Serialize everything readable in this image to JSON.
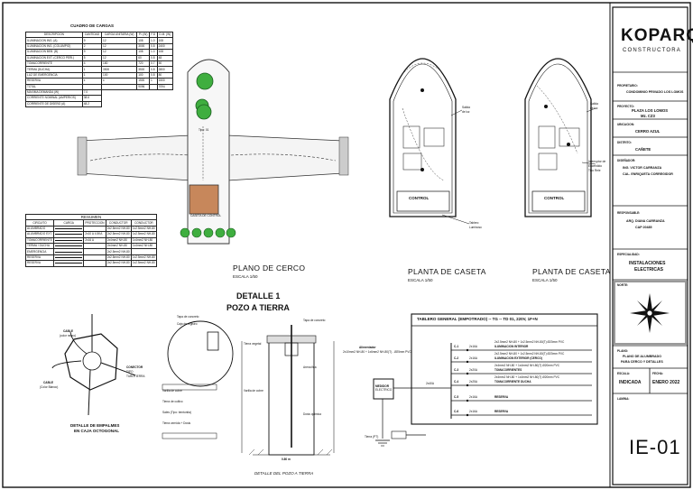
{
  "loads_table": {
    "title": "CUADRO DE CARGAS",
    "headers": [
      "DESCRIPCION",
      "CANTIDAD",
      "CARGA UNITARIA (W)",
      "P.I (W)",
      "F.D",
      "D.M. (W)"
    ],
    "rows": [
      [
        "ILUMINACION ING. (A)",
        "9",
        "12",
        "108",
        "1.0",
        "108"
      ],
      [
        "ILUMINACION ING. (COLUMPIO)",
        "2",
        "12",
        "3000",
        "0.8",
        "2400"
      ],
      [
        "ILUMINACION BEB. (B)",
        "9",
        "12",
        "108",
        "1.0",
        "108"
      ],
      [
        "ILUMINACION EXT. (CERCO PERI.)",
        "5",
        "12",
        "60",
        "0.8",
        "48"
      ],
      [
        "TOMACORRIENTE",
        "4",
        "180",
        "720",
        "0.7",
        "50"
      ],
      [
        "TERMA (DUCHA)",
        "1",
        "3500",
        "3500",
        "0.8",
        "2800"
      ],
      [
        "LUZ DE EMERGENCIA",
        "1",
        "100",
        "100",
        "0.8",
        "80"
      ],
      [
        "RESERVA",
        "x",
        "x",
        "1500",
        "1",
        "1500"
      ]
    ],
    "total_label": "TOTAL",
    "total_pi": "9096",
    "total_dm": "7094",
    "summary": [
      [
        "MAXIMA DEMANDA (W)",
        "7.0"
      ],
      [
        "CORRIENTE NOMINAL (AMPERIOS)",
        "38.6"
      ],
      [
        "CORRIENTE DE DISEÑO (A)",
        "48.2"
      ]
    ]
  },
  "summary_table": {
    "title": "RESUMEN",
    "headers": [
      "CIRCUITO",
      "CARGA",
      "PROTECCION",
      "CONDUCTOR",
      "CONDUCTOR"
    ],
    "rows": [
      [
        "ALUMBRADO",
        "",
        "",
        "2x2.5mm2 NH-80",
        "1x2.5mm2 NH-80"
      ],
      [
        "ALUMBRADO EXT.",
        "",
        "2x10 A 4.5KA",
        "2x2.5mm2 NH-80",
        "1x2.5mm2 NH-80"
      ],
      [
        "TOMACORRIENTE",
        "",
        "2x16 A",
        "2x4mm2 NH-80",
        "1x4mm2 NH-80"
      ],
      [
        "TERMA / DUCHA",
        "",
        "",
        "2x4mm2 NH-80",
        "1x4mm2 NH-80"
      ],
      [
        "EMERGENCIA",
        "",
        "",
        "2x2.5mm2 NH-80",
        ""
      ],
      [
        "RESERVA",
        "",
        "",
        "2x2.5mm2 NH-80",
        "1x2.5mm2 NH-80"
      ],
      [
        "RESERVA",
        "",
        "",
        "2x2.5mm2 NH-80",
        "1x2.5mm2 NH-80"
      ]
    ]
  },
  "fence_plan": {
    "title": "PLANO DE CERCO",
    "scale": "ESCALA 1/50",
    "gate_label": "Tipo: 01",
    "main_label": "CASETA DE CONTROL"
  },
  "caseta_left": {
    "title": "PLANTA DE CASETA",
    "scale": "ESCALA 1/50",
    "control": "CONTROL",
    "note1": "Salida",
    "note1b": "de luz",
    "note2": "Tablero",
    "note2b": "Luminoso"
  },
  "caseta_right": {
    "title": "PLANTA DE CASETA",
    "scale": "ESCALA 1/50",
    "control": "CONTROL",
    "note1": "Salida",
    "note1b": "de luz",
    "note2": "Interruptor de",
    "note2b": "Encendido",
    "note2c": "Tipo Rele"
  },
  "pozo": {
    "title1": "DETALLE 1",
    "title2": "POZO A TIERRA",
    "footer": "DETALLE DEL POZO A TIERRA",
    "dim": "0.80 m",
    "notes_left": [
      "Tapa de concreto",
      "Caja de registro",
      "Varilla de cobre",
      "Tierra de cultivo",
      "Sales (Tipo: bentonita)",
      "Tierra cernida + Dosis"
    ],
    "notes_right": [
      "Tapa de concreto",
      "Tierra vegetal",
      "Arena fina",
      "Varilla de cobre",
      "Dosis quimica"
    ]
  },
  "junction": {
    "cable1": "CABLE",
    "cable1b": "(color negro)",
    "cable2": "CONECTOR",
    "cable2b": "TIPO",
    "cable2c": "TUBOTIERRA",
    "cable3": "CABLE",
    "cable3b": "(Color Blanco)",
    "title1": "DETALLE DE EMPALMES",
    "title2": "EN CAJA OCTOGONAL"
  },
  "panel": {
    "title": "TABLERO GENERAL (EMPOTRADO) -- TG -- TD 01, 220V, 1F+N",
    "feed_label": "Alimentador",
    "feed_detail": "2x10mm2 NH-80 + 1x6mm2 NH-80(T) - Ø25mm PVC",
    "meter_label": "MEDIDOR",
    "meter_sub": "ELECTRICO",
    "main_breaker": "2x40A",
    "ground_label": "Tierra (PT)",
    "circuits": [
      {
        "id": "C-1",
        "breaker": "2x16A",
        "desc": "ILUMINACION INTERIOR",
        "cable": "2x2.5mm2 NH-80 + 1x2.5mm2 NH-80(T) Ø20mm PVC"
      },
      {
        "id": "C-2",
        "breaker": "2x16A",
        "desc": "ILUMINACION EXTERIOR (CERCO)",
        "cable": "2x2.5mm2 NH-80 + 1x2.5mm2 NH-80(T) Ø20mm PVC"
      },
      {
        "id": "C-3",
        "breaker": "2x20A",
        "desc": "TOMACORRIENTES",
        "cable": "2x4mm2 NH-80 + 1x4mm2 NH-80(T) Ø20mm PVC"
      },
      {
        "id": "C-4",
        "breaker": "2x25A",
        "desc": "TOMACORRIENTE DUCHA",
        "cable": "2x4mm2 NH-80 + 1x4mm2 NH-80(T) Ø20mm PVC"
      },
      {
        "id": "C-5",
        "breaker": "2x16A",
        "desc": "RESERVA",
        "cable": ""
      },
      {
        "id": "C-6",
        "breaker": "2x16A",
        "desc": "RESERVA",
        "cable": ""
      }
    ]
  },
  "title_block": {
    "logo_main": "KOPARQ",
    "logo_sub": "CONSTRUCTORA",
    "propietario_label": "PROPIETARIO:",
    "propietario": "CONDOMINIO PRIVADO LOS LOMOS",
    "proyecto_label": "PROYECTO:",
    "proyecto1": "PLAZA LOS LOMOS",
    "proyecto2": "Mz. CZ3",
    "ubicacion_label": "UBICACION:",
    "ubicacion": "CERRO AZUL",
    "distrito_label": "DISTRITO:",
    "distrito": "CAÑETE",
    "disenador_label": "DISEÑADOR:",
    "disenador1": "ING. VICTOR CARRANZA",
    "disenador2": "CAL. ENRIQUETA CORREGIDOR",
    "responsable_label": "RESPONSABLE:",
    "responsable1": "ARQ. DIANA CARRANZA",
    "responsable2": "CAP 20485",
    "especialidad_label": "ESPECIALIDAD:",
    "especialidad1": "INSTALACIONES",
    "especialidad2": "ELECTRICAS",
    "norte_label": "NORTE:",
    "plano_label": "PLANO:",
    "plano1": "PLANO DE ALUMBRADO",
    "plano2": "PARA CERCO Y DETALLES",
    "escala_label": "ESCALA:",
    "escala": "INDICADA",
    "fecha_label": "FECHA:",
    "fecha": "ENERO 2022",
    "lamina_label": "LAMINA:",
    "lamina": "IE-01"
  }
}
